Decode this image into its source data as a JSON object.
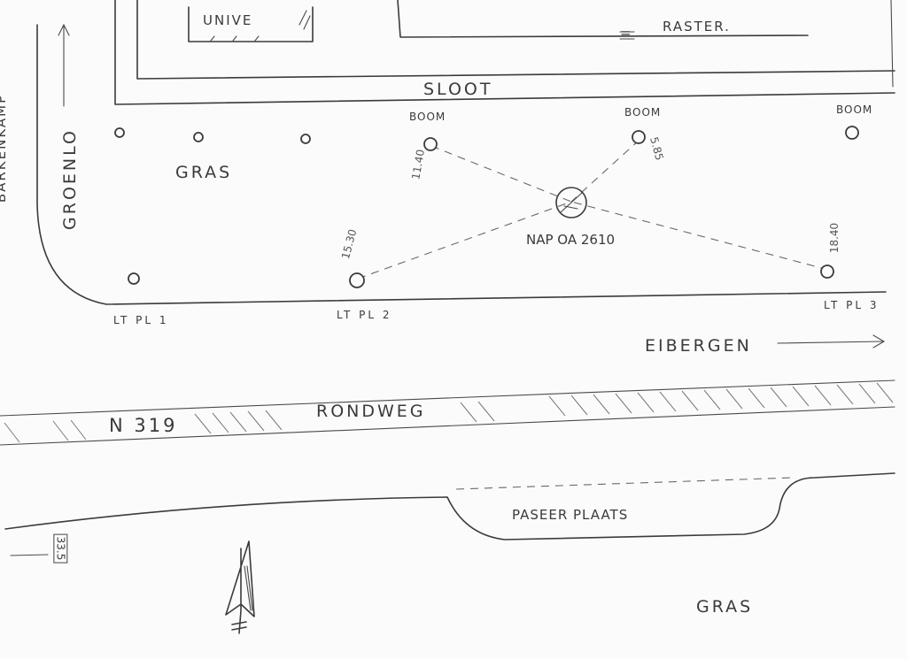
{
  "map": {
    "streets": {
      "barkenkamp": "BARKENKAMP",
      "groenlo": "GROENLO",
      "rondweg": "RONDWEG",
      "route": "N 319",
      "eibergen": "EIBERGEN"
    },
    "areas": {
      "unive": "UNIVE",
      "raster": "RASTER.",
      "sloot": "SLOOT",
      "gras_top": "GRAS",
      "gras_bottom": "GRAS",
      "paseer": "PASEER PLAATS"
    },
    "trees": [
      "BOOM",
      "BOOM",
      "BOOM"
    ],
    "benchmark": "NAP OA 2610",
    "lampposts": [
      "LT PL 1",
      "LT PL 2",
      "LT PL 3"
    ],
    "measurements": {
      "boom_left": "11.40",
      "boom_middle": "5.85",
      "ltpl2": "15.30",
      "ltpl3": "18.40"
    },
    "marker": "33.5",
    "raster_mark": "="
  }
}
